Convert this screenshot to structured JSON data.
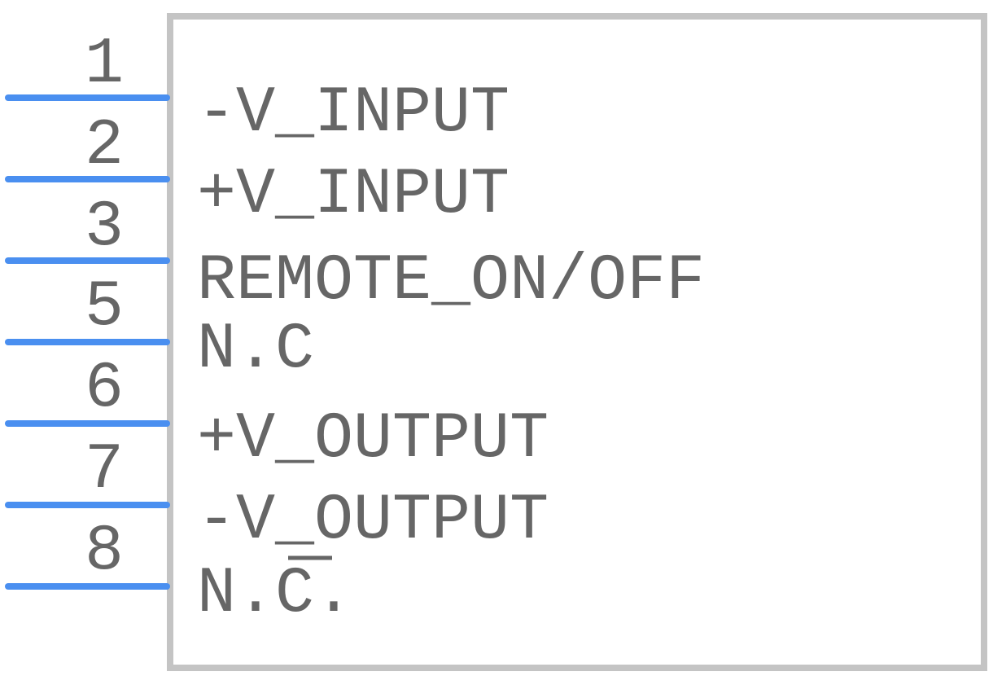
{
  "component": {
    "body_color": "#c4c4c4",
    "pin_color": "#4a8ff0",
    "text_color": "#666666"
  },
  "pins": [
    {
      "number": "1",
      "name": "-V_INPUT"
    },
    {
      "number": "2",
      "name": "+V_INPUT"
    },
    {
      "number": "3",
      "name": "REMOTE_ON/OFF"
    },
    {
      "number": "5",
      "name": "N.C"
    },
    {
      "number": "6",
      "name": "+V_OUTPUT"
    },
    {
      "number": "7",
      "name": "-V_OUTPUT"
    },
    {
      "number": "8",
      "name": "N.C."
    }
  ]
}
